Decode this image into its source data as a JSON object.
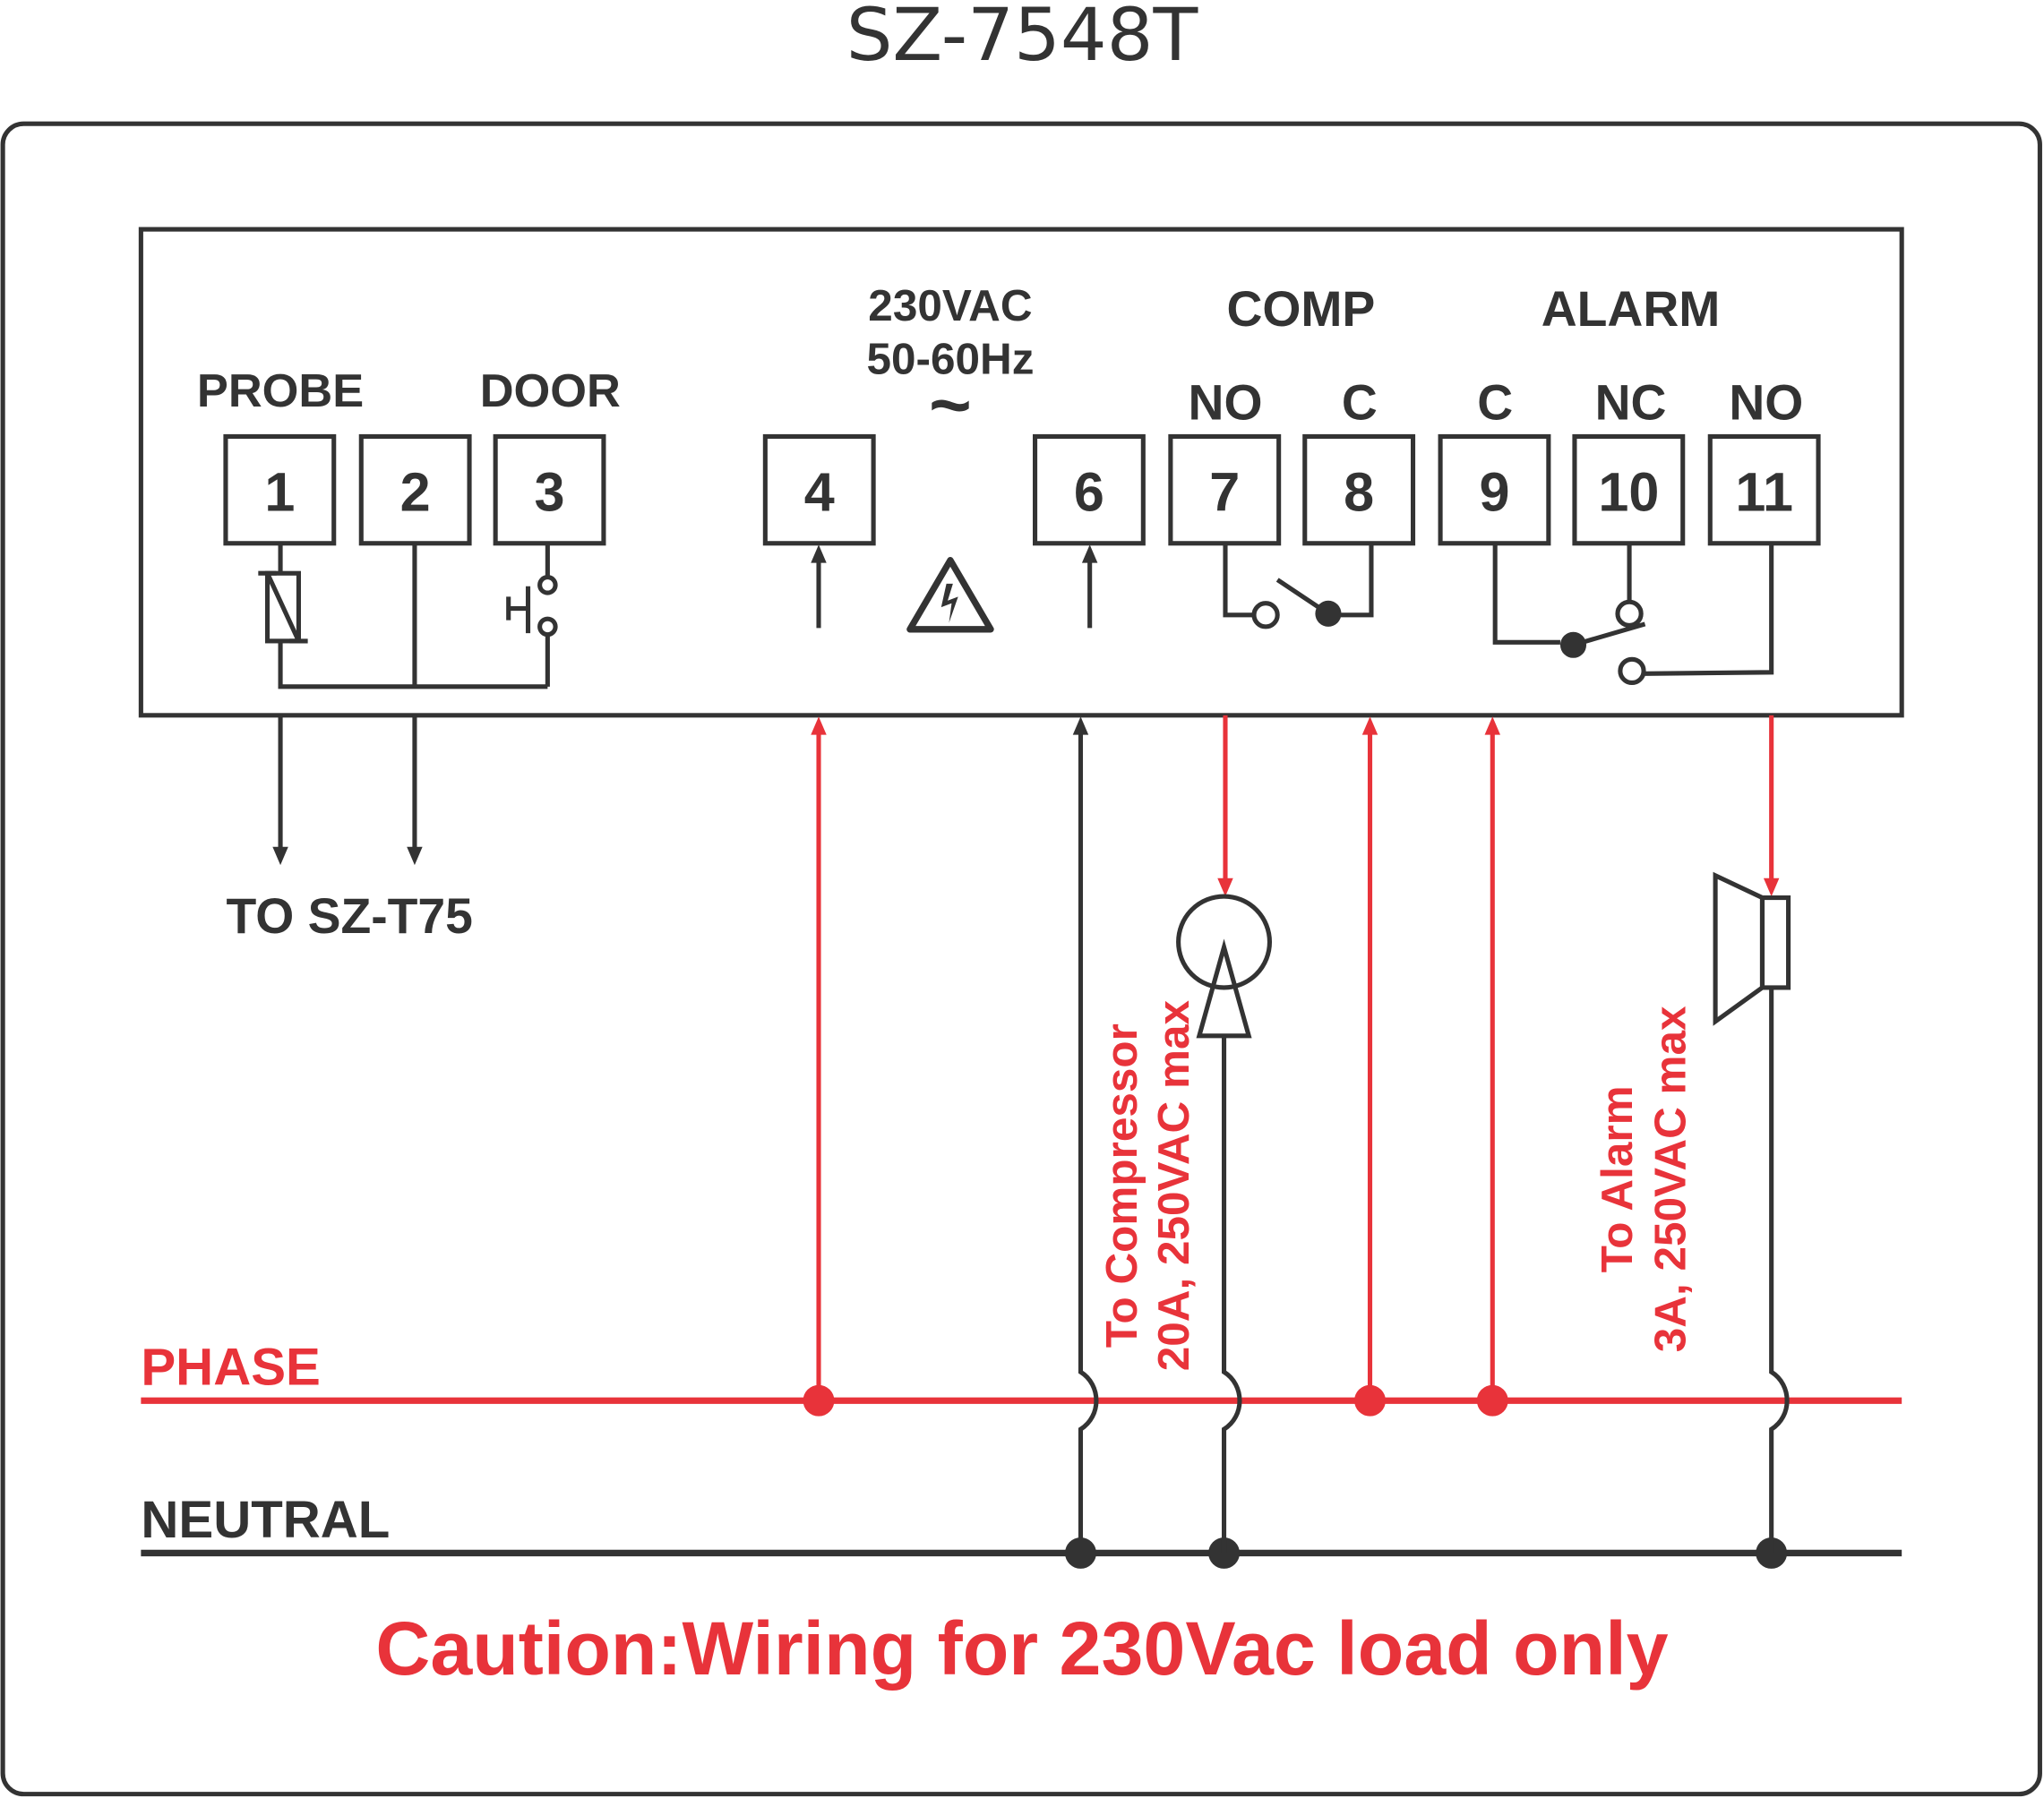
{
  "title": "SZ-7548T",
  "labels": {
    "probe": "PROBE",
    "door": "DOOR",
    "supply_voltage": "230VAC",
    "supply_freq": "50-60Hz",
    "ac_symbol": "~",
    "comp": "COMP",
    "alarm": "ALARM",
    "comp_no": "NO",
    "comp_c": "C",
    "alarm_c": "C",
    "alarm_nc": "NC",
    "alarm_no": "NO",
    "to_sensor": "TO SZ-T75",
    "phase": "PHASE",
    "neutral": "NEUTRAL",
    "compressor_line1": "To Compressor",
    "compressor_line2": "20A, 250VAC max",
    "alarm_line1": "To Alarm",
    "alarm_line2": "3A, 250VAC max",
    "caution": "Caution:Wiring for 230Vac load only"
  },
  "terminals": [
    "1",
    "2",
    "3",
    "4",
    "6",
    "7",
    "8",
    "9",
    "10",
    "11"
  ],
  "colors": {
    "wire": "#333333",
    "phase": "#e8333a"
  }
}
